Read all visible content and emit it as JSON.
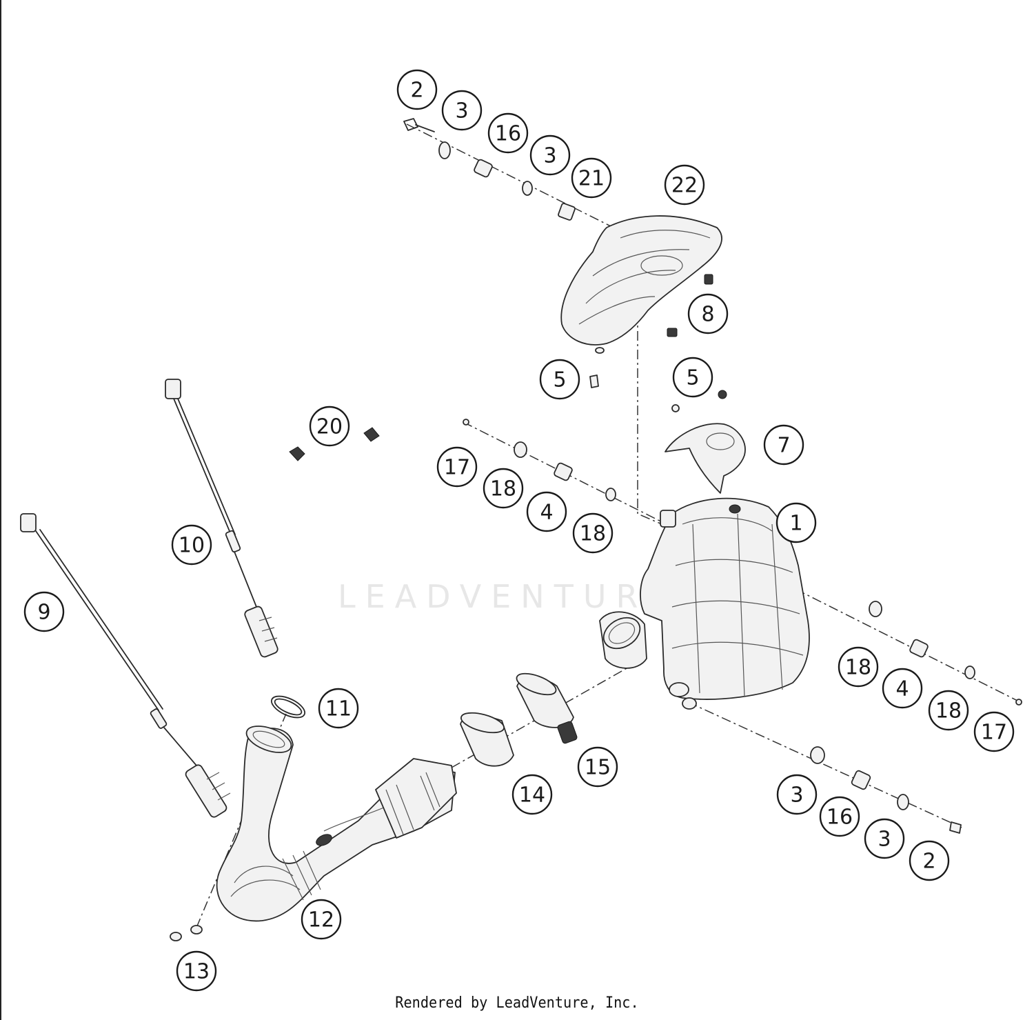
{
  "callouts": [
    "2",
    "3",
    "16",
    "3",
    "21",
    "22",
    "8",
    "5",
    "5",
    "7",
    "20",
    "17",
    "18",
    "4",
    "18",
    "1",
    "10",
    "9",
    "18",
    "4",
    "18",
    "17",
    "11",
    "14",
    "15",
    "3",
    "16",
    "3",
    "2",
    "12",
    "13"
  ],
  "watermark": "LEADVENTURE",
  "footer": "Rendered by LeadVenture, Inc."
}
